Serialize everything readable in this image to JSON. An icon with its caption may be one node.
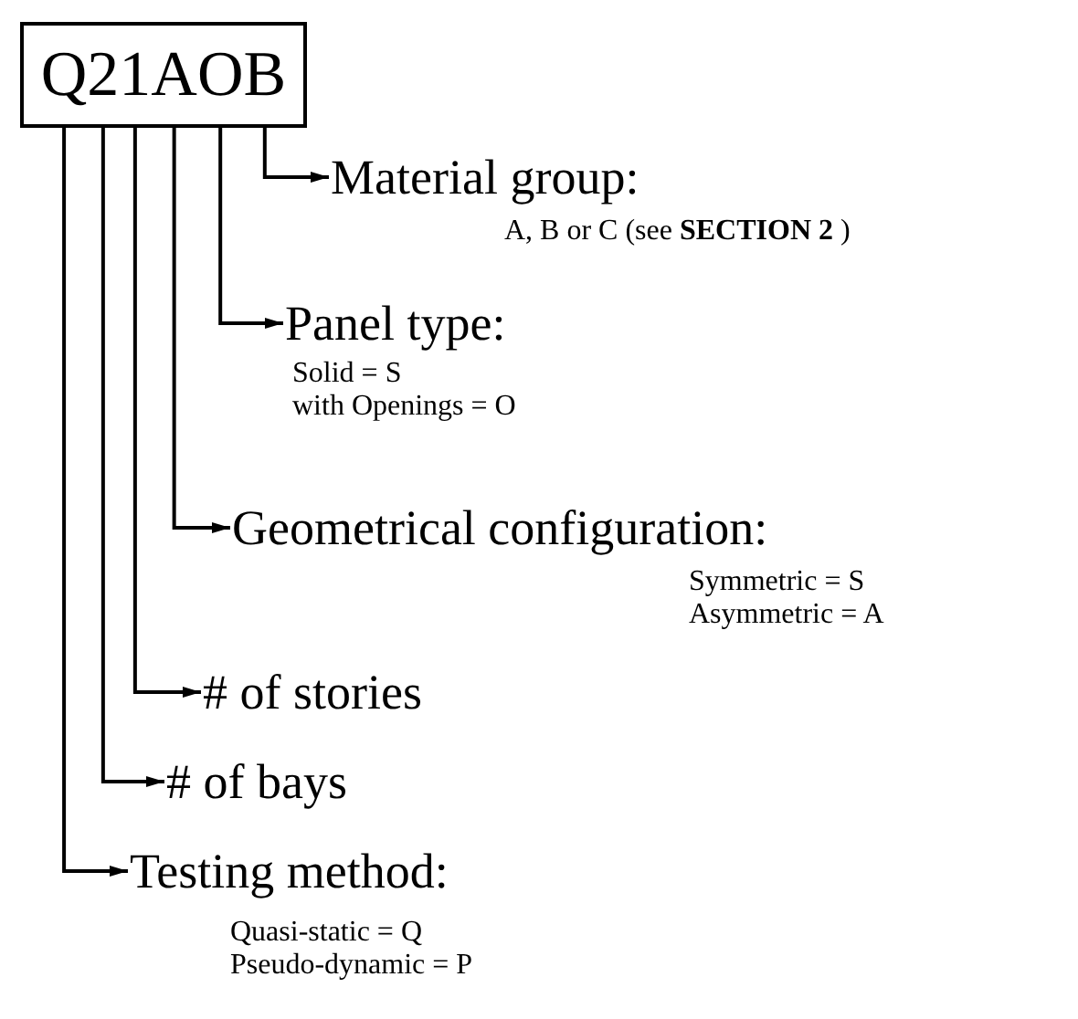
{
  "diagram": {
    "nodes": [
      {
        "text": [
          "Q21AOB"
        ]
      },
      {
        "text": [
          "Material group:",
          "A, B or C (see **SECTION 2** )"
        ]
      },
      {
        "text": [
          "Panel type:",
          "Solid = S",
          "with Openings = O"
        ]
      },
      {
        "text": [
          "Geometrical configuration:",
          "Symmetric = S",
          "Asymmetric = A"
        ]
      },
      {
        "text": [
          "# of stories"
        ]
      },
      {
        "text": [
          "# of bays"
        ]
      },
      {
        "text": [
          "Testing method:",
          "Quasi-static = Q",
          "Pseudo-dynamic = P"
        ]
      }
    ],
    "edges": [
      {
        "from": 0,
        "to": 1,
        "arrow": "to"
      },
      {
        "from": 0,
        "to": 2,
        "arrow": "to"
      },
      {
        "from": 0,
        "to": 3,
        "arrow": "to"
      },
      {
        "from": 0,
        "to": 4,
        "arrow": "to"
      },
      {
        "from": 0,
        "to": 5,
        "arrow": "to"
      },
      {
        "from": 0,
        "to": 6,
        "arrow": "to"
      }
    ]
  }
}
